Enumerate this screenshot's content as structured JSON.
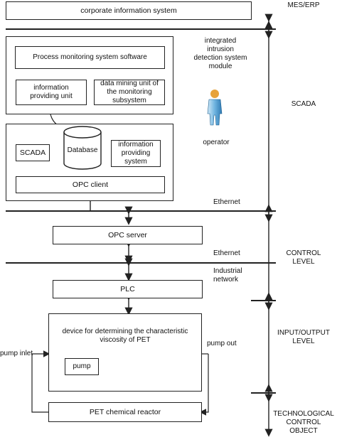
{
  "corporate_bar": "corporate information system",
  "module_label": "integrated\nintrusion\ndetection system\nmodule",
  "process_software": "Process monitoring system software",
  "info_unit_top": "information\nproviding unit",
  "data_mining": "data mining unit of\nthe monitoring\nsubsystem",
  "database": "Database",
  "scada_box": "SCADA",
  "info_system": "information\nproviding\nsystem",
  "opc_client": "OPC client",
  "operator": "operator",
  "ethernet_1": "Ethernet",
  "ethernet_2": "Ethernet",
  "opc_server": "OPC server",
  "industrial_network": "Industrial\nnetwork",
  "plc": "PLC",
  "device": "device for determining the characteristic\nviscosity of PET",
  "pump": "pump",
  "pump_inlet": "pump inlet",
  "pump_out": "pump out",
  "reactor": "PET chemical reactor",
  "levels": {
    "mes": "MES/ERP",
    "scada": "SCADA",
    "control": "CONTROL\nLEVEL",
    "io": "INPUT/OUTPUT\nLEVEL",
    "tech": "TECHNOLOGICAL\nCONTROL\nOBJECT"
  }
}
